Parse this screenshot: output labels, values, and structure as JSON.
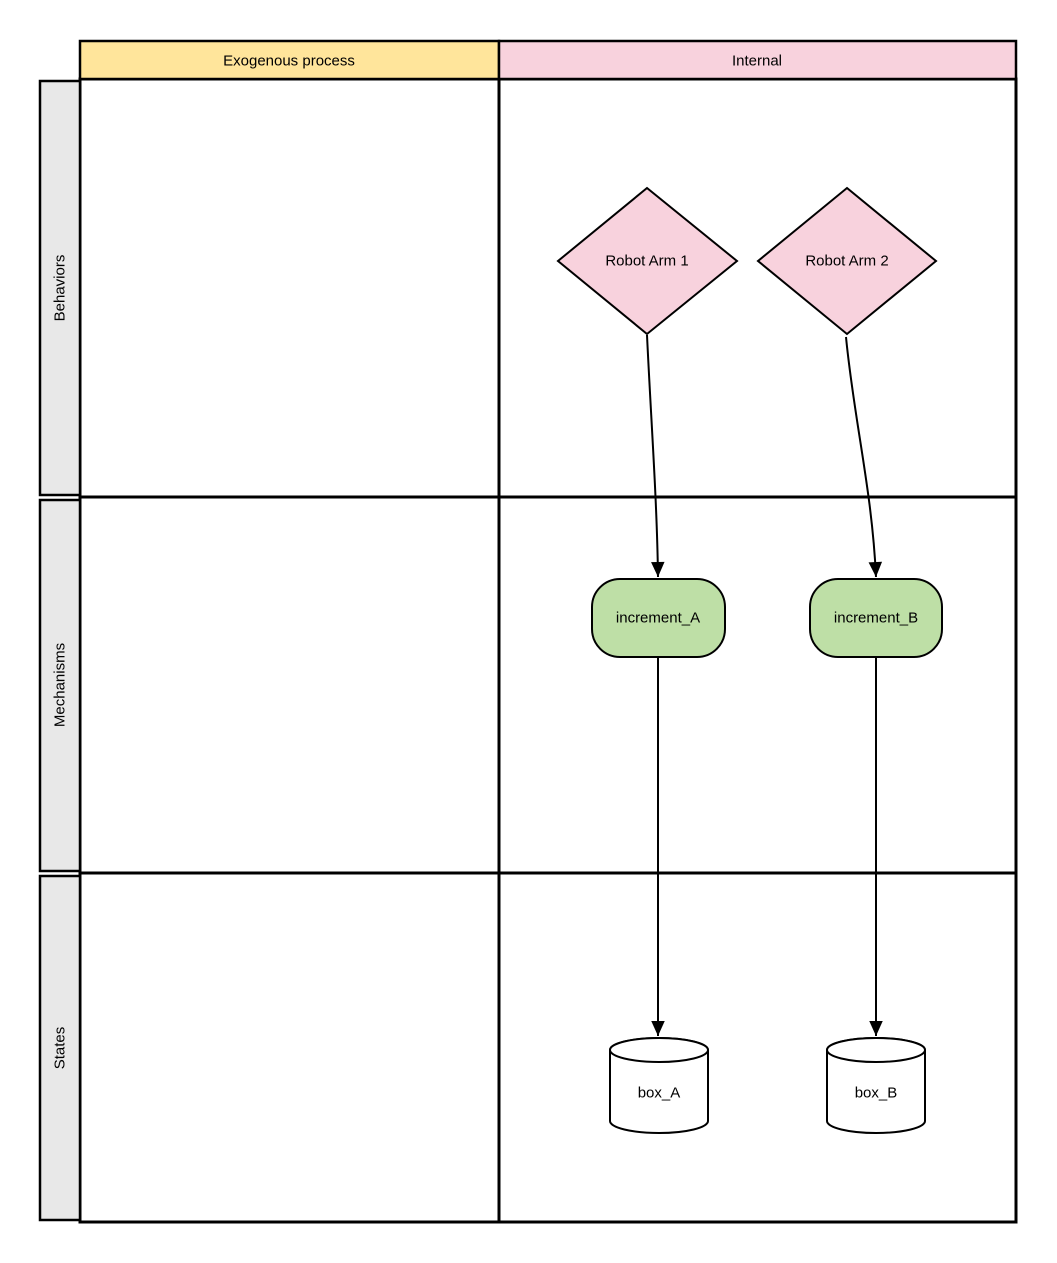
{
  "colors": {
    "exogenous_header_bg": "#FFE59B",
    "internal_header_bg": "#F8D2DD",
    "row_header_bg": "#E8E8E8",
    "behavior_node_bg": "#F8D2DD",
    "mechanism_node_bg": "#BEDFA6",
    "state_node_bg": "#FFFFFF",
    "border": "#000000",
    "canvas_bg": "#FFFFFF"
  },
  "matrix": {
    "columns": [
      {
        "label": "Exogenous process"
      },
      {
        "label": "Internal"
      }
    ],
    "rows": [
      {
        "label": "Behaviors"
      },
      {
        "label": "Mechanisms"
      },
      {
        "label": "States"
      }
    ]
  },
  "nodes": {
    "robot_arm_1": {
      "label": "Robot Arm 1",
      "shape": "diamond",
      "row": "Behaviors",
      "column": "Internal"
    },
    "robot_arm_2": {
      "label": "Robot Arm 2",
      "shape": "diamond",
      "row": "Behaviors",
      "column": "Internal"
    },
    "increment_a": {
      "label": "increment_A",
      "shape": "rounded-rectangle",
      "row": "Mechanisms",
      "column": "Internal"
    },
    "increment_b": {
      "label": "increment_B",
      "shape": "rounded-rectangle",
      "row": "Mechanisms",
      "column": "Internal"
    },
    "box_a": {
      "label": "box_A",
      "shape": "cylinder",
      "row": "States",
      "column": "Internal"
    },
    "box_b": {
      "label": "box_B",
      "shape": "cylinder",
      "row": "States",
      "column": "Internal"
    }
  },
  "edges": [
    {
      "from": "Robot Arm 1",
      "to": "increment_A"
    },
    {
      "from": "Robot Arm 2",
      "to": "increment_B"
    },
    {
      "from": "increment_A",
      "to": "box_A"
    },
    {
      "from": "increment_B",
      "to": "box_B"
    }
  ]
}
